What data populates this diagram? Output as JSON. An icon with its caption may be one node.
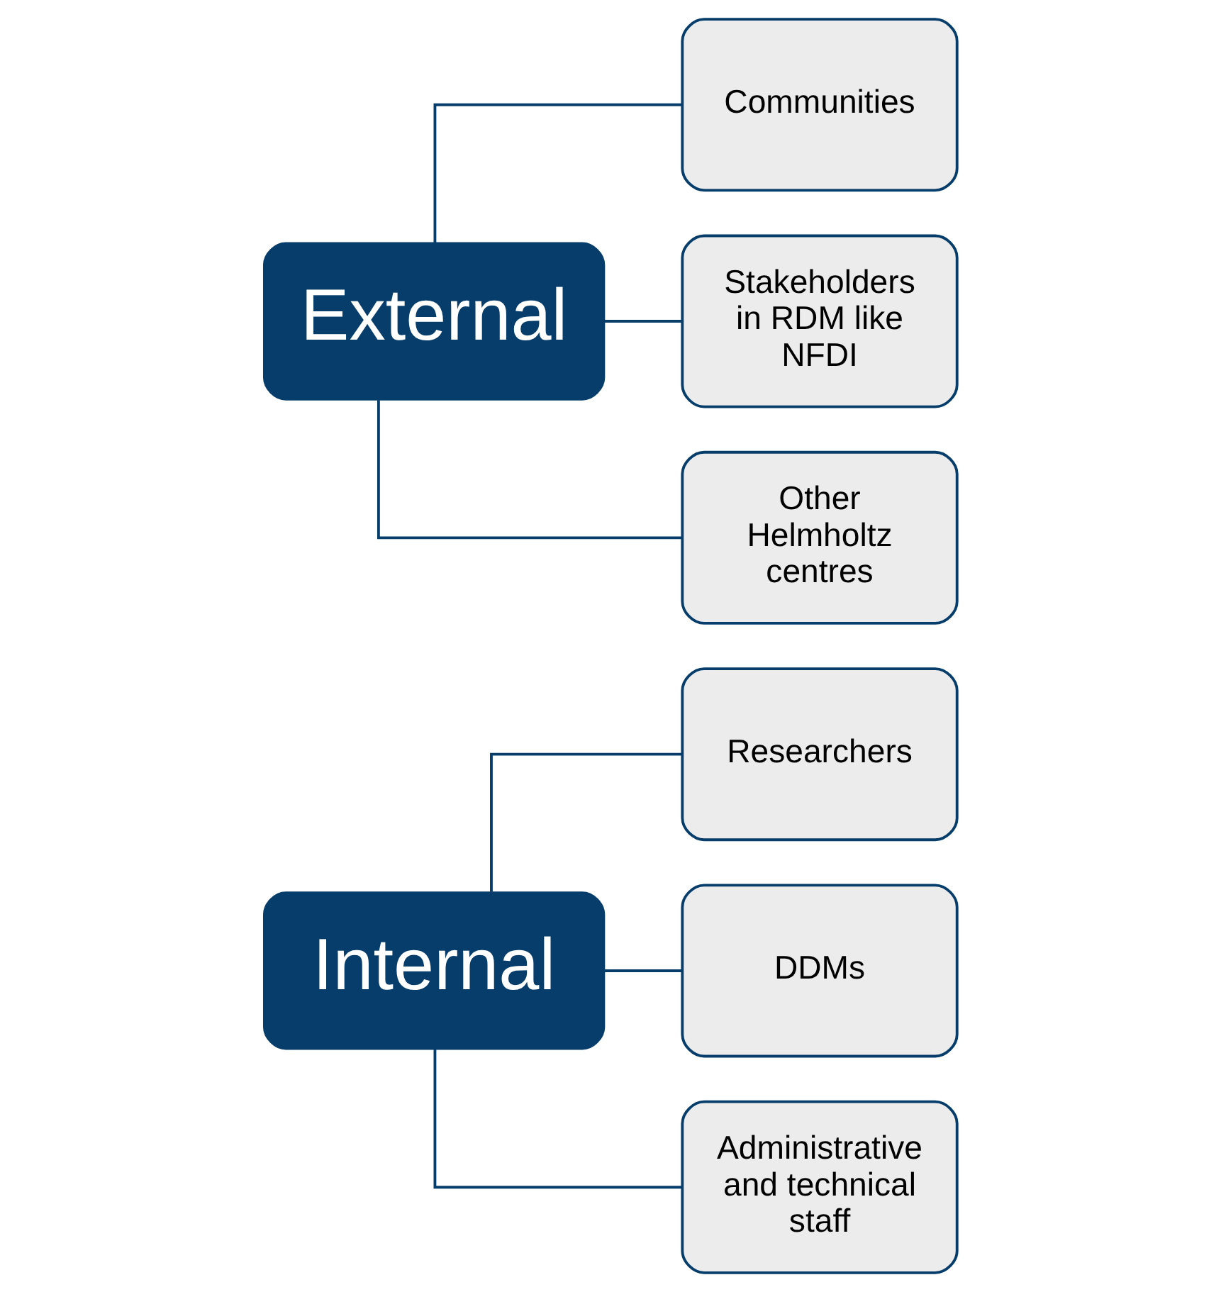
{
  "diagram": {
    "nodes": [
      {
        "text": [
          "Internal"
        ]
      },
      {
        "text": [
          "Researchers"
        ]
      },
      {
        "text": [
          "DDMs"
        ]
      },
      {
        "text": [
          "Administrative and technical staff"
        ]
      },
      {
        "text": [
          "External"
        ]
      },
      {
        "text": [
          "Communities"
        ]
      },
      {
        "text": [
          "Stakeholders in RDM like NFDI"
        ]
      },
      {
        "text": [
          "Other Helmholtz centres"
        ]
      }
    ],
    "edges": [
      {
        "from": 0,
        "to": 1,
        "arrow": "none"
      },
      {
        "from": 0,
        "to": 2,
        "arrow": "none"
      },
      {
        "from": 0,
        "to": 3,
        "arrow": "none"
      },
      {
        "from": 4,
        "to": 5,
        "arrow": "none"
      },
      {
        "from": 4,
        "to": 6,
        "arrow": "none"
      },
      {
        "from": 4,
        "to": 7,
        "arrow": "none"
      }
    ]
  }
}
